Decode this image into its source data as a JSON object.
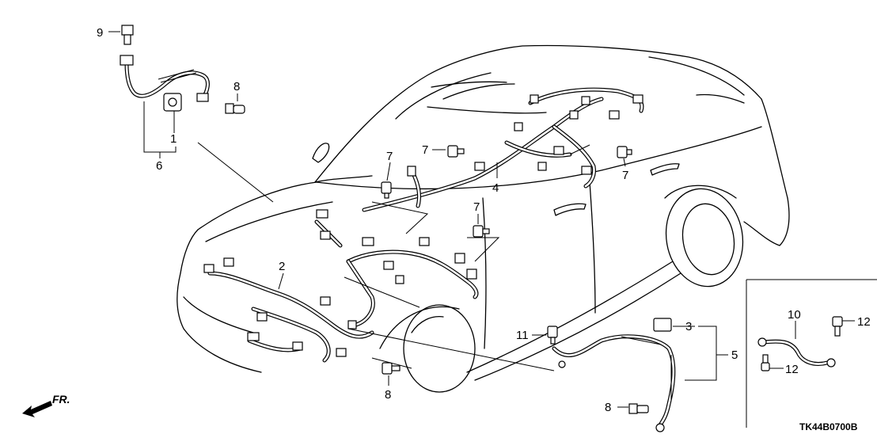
{
  "diagram": {
    "callouts": {
      "c1": "1",
      "c2": "2",
      "c3": "3",
      "c4": "4",
      "c5": "5",
      "c6": "6",
      "c7a": "7",
      "c7b": "7",
      "c7c": "7",
      "c7d": "7",
      "c8a": "8",
      "c8b": "8",
      "c8c": "8",
      "c9": "9",
      "c10": "10",
      "c11": "11",
      "c12a": "12",
      "c12b": "12"
    },
    "front_label": "FR.",
    "diagram_code": "TK44B0700B"
  }
}
